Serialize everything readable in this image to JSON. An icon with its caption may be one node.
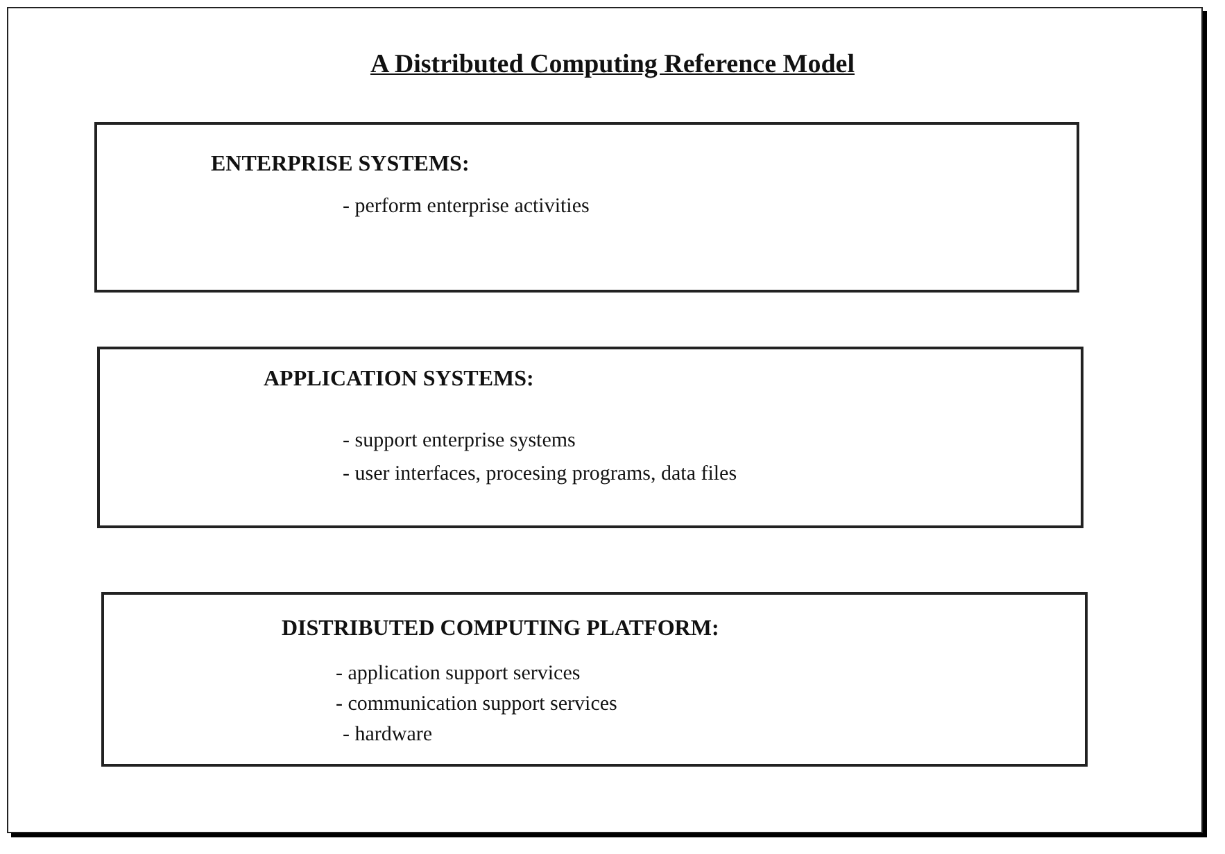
{
  "diagram": {
    "title": "A Distributed Computing Reference Model",
    "nodes": [
      {
        "text": [
          "ENTERPRISE SYSTEMS:",
          "- perform enterprise activities"
        ]
      },
      {
        "text": [
          "APPLICATION SYSTEMS:",
          "- support enterprise systems",
          "- user interfaces, procesing programs, data files"
        ]
      },
      {
        "text": [
          "DISTRIBUTED COMPUTING PLATFORM:",
          "- application support services",
          "- communication support services",
          "- hardware"
        ]
      }
    ]
  }
}
